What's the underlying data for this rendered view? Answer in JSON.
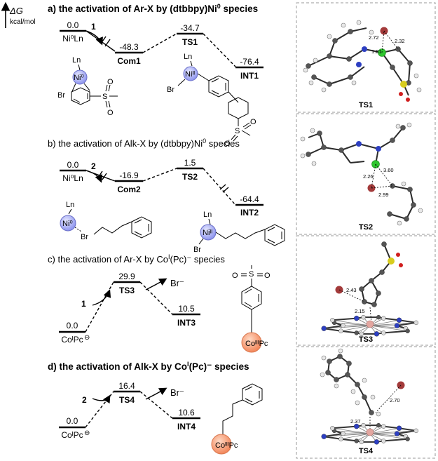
{
  "axis": {
    "symbol": "ΔG",
    "unit": "kcal/mol"
  },
  "sections": [
    {
      "title_prefix": "a)",
      "title_text": "the activation of Ar-X by (dtbbpy)Ni",
      "title_sup": "0",
      "title_suffix": " species",
      "levels": [
        {
          "label": "Ni⁰Ln",
          "value": "0.0"
        },
        {
          "label": "Com1",
          "value": "-48.3"
        },
        {
          "label": "TS1",
          "value": "-34.7"
        },
        {
          "label": "INT1",
          "value": "-76.4"
        }
      ],
      "reactant": "1"
    },
    {
      "title_prefix": "b)",
      "title_text": "the activation of Alk-X by (dtbbpy)Ni",
      "title_sup": "0",
      "title_suffix": " species",
      "levels": [
        {
          "label": "Ni⁰Ln",
          "value": "0.0"
        },
        {
          "label": "Com2",
          "value": "-16.9"
        },
        {
          "label": "TS2",
          "value": "1.5"
        },
        {
          "label": "INT2",
          "value": "-64.4"
        }
      ],
      "reactant": "2"
    },
    {
      "title_prefix": "c)",
      "title_text": "the activation of Ar-X by Co",
      "title_sup": "I",
      "title_suffix": "(Pc)⁻ species",
      "levels": [
        {
          "label": "CoᴵPc",
          "value": "0.0"
        },
        {
          "label": "TS3",
          "value": "29.9"
        },
        {
          "label": "INT3",
          "value": "10.5"
        }
      ],
      "reactant": "1",
      "leaving": "Br⁻"
    },
    {
      "title_prefix": "d)",
      "title_text": "the activation of Alk-X by Co",
      "title_sup": "I",
      "title_suffix": "(Pc)⁻ species",
      "levels": [
        {
          "label": "CoᴵPc",
          "value": "0.0"
        },
        {
          "label": "TS4",
          "value": "16.4"
        },
        {
          "label": "INT4",
          "value": "10.6"
        }
      ],
      "reactant": "2",
      "leaving": "Br⁻"
    }
  ],
  "structures": {
    "ni0": "Ni⁰",
    "ni2": "Niᴵᴵ",
    "ln": "Ln",
    "br": "Br",
    "s": "S",
    "o": "O",
    "co3pc": "CoᴵᴵᴵPc"
  },
  "geometries": [
    {
      "label": "TS1",
      "distances": [
        "2.72",
        "1.81",
        "2.32"
      ]
    },
    {
      "label": "TS2",
      "distances": [
        "3.60",
        "2.26",
        "2.99"
      ]
    },
    {
      "label": "TS3",
      "distances": [
        "2.43",
        "2.15"
      ]
    },
    {
      "label": "TS4",
      "distances": [
        "2.70",
        "2.37"
      ]
    }
  ],
  "colors": {
    "nickel": "#a3a8f2",
    "cobalt": "#f7a07a",
    "carbon": "#555555",
    "hydrogen": "#e8e8e8",
    "bromine": "#a33a3a",
    "nitrogen": "#2d3fc2",
    "sulfur": "#d8cc1e",
    "oxygen": "#d01e1e",
    "ni_atom": "#2ec52e",
    "co_atom": "#e3a6a0"
  }
}
